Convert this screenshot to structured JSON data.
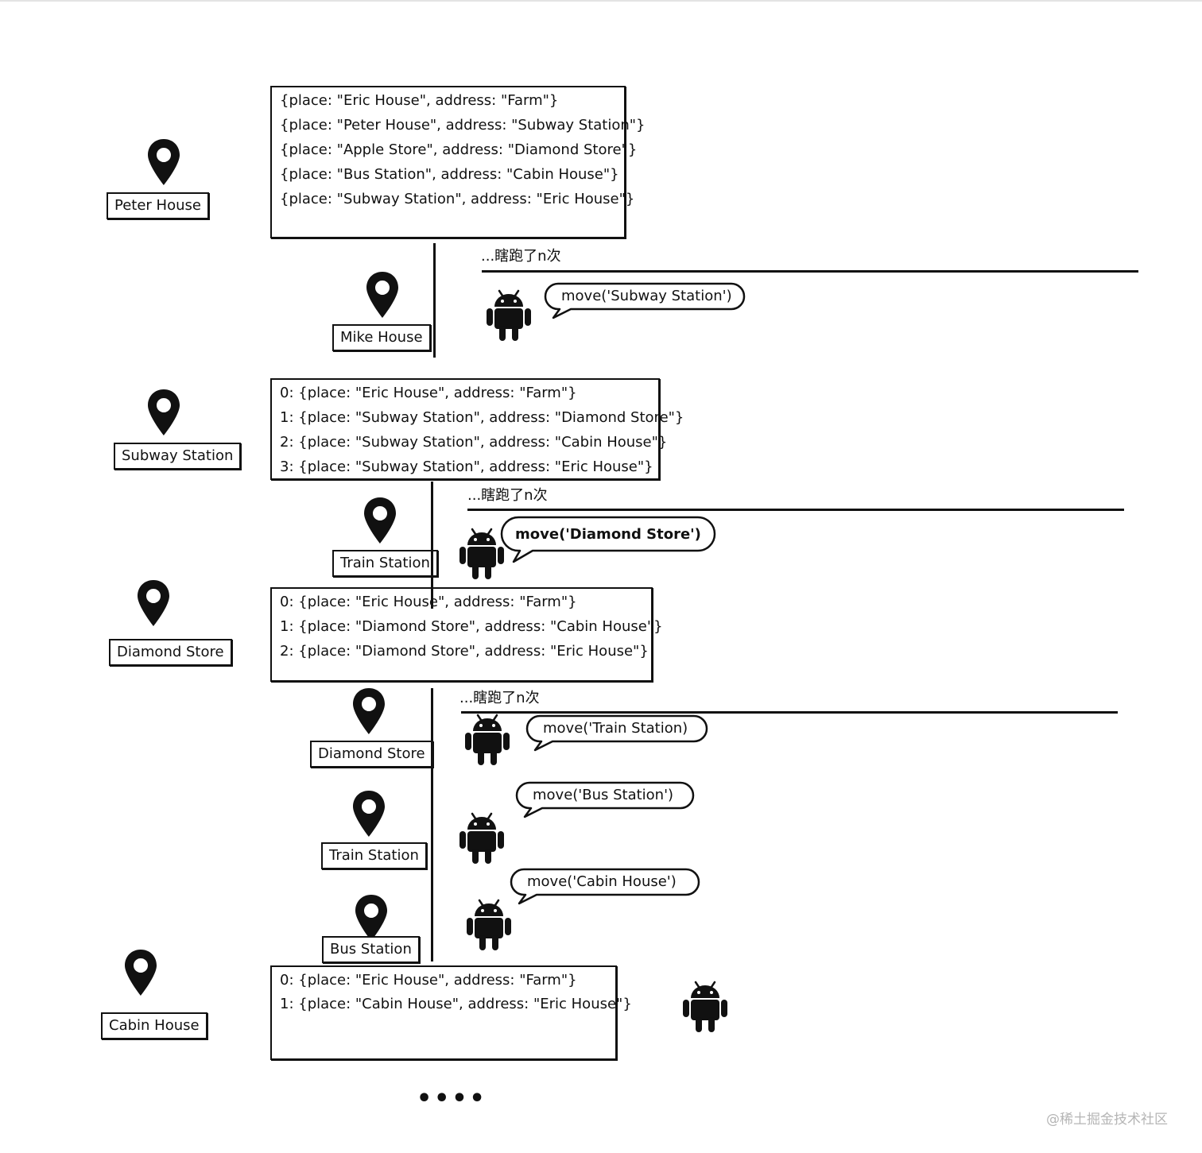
{
  "pins": [
    {
      "label": "Peter House"
    },
    {
      "label": "Mike House"
    },
    {
      "label": "Subway Station"
    },
    {
      "label": "Train Station"
    },
    {
      "label": "Diamond Store"
    },
    {
      "label": "Diamond Store"
    },
    {
      "label": "Train Station"
    },
    {
      "label": "Bus Station"
    },
    {
      "label": "Cabin House"
    }
  ],
  "boxes": [
    {
      "lines": [
        "{place: \"Eric House\", address: \"Farm\"}",
        "{place: \"Peter House\", address: \"Subway Station\"}",
        "{place: \"Apple Store\", address: \"Diamond Store\"}",
        "{place: \"Bus Station\", address: \"Cabin House\"}",
        "{place: \"Subway Station\", address: \"Eric House\"}"
      ]
    },
    {
      "lines": [
        "0: {place: \"Eric House\", address: \"Farm\"}",
        "1: {place: \"Subway Station\", address: \"Diamond Store\"}",
        "2: {place: \"Subway Station\", address: \"Cabin House\"}",
        "3: {place: \"Subway Station\", address: \"Eric House\"}"
      ]
    },
    {
      "lines": [
        "0: {place: \"Eric House\", address: \"Farm\"}",
        "1: {place: \"Diamond Store\", address: \"Cabin House\"}",
        "2: {place: \"Diamond Store\", address: \"Eric House\"}"
      ]
    },
    {
      "lines": [
        "0: {place: \"Eric House\", address: \"Farm\"}",
        "1: {place: \"Cabin House\", address: \"Eric House\"}"
      ]
    }
  ],
  "notes": [
    "...瞎跑了n次",
    "...瞎跑了n次",
    "...瞎跑了n次"
  ],
  "bubbles": [
    "move('Subway Station')",
    "move('Diamond Store')",
    "move('Train Station)",
    "move('Bus Station')",
    "move('Cabin House')"
  ],
  "ellipsis": "••••",
  "watermark": "@稀土掘金技术社区",
  "icons": {
    "pin": "map-pin-icon",
    "robot": "android-robot-icon"
  },
  "colors": {
    "ink": "#111111",
    "watermark": "#b5b5b5"
  }
}
